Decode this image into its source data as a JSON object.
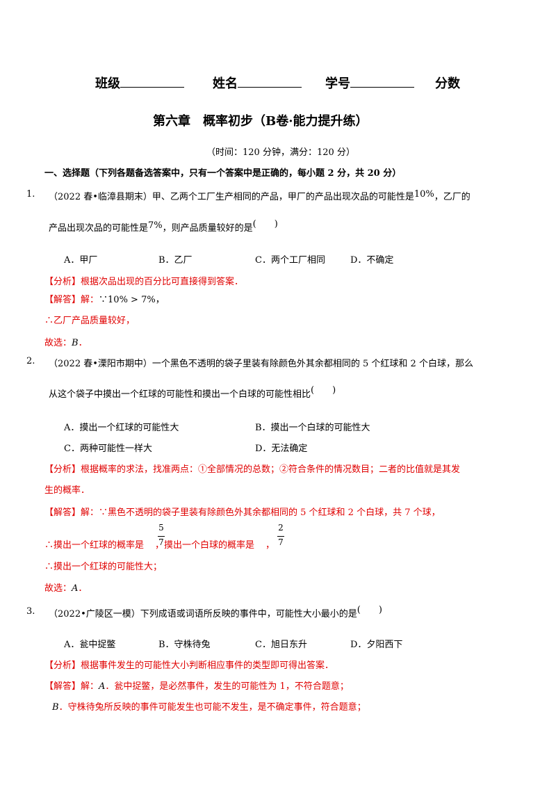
{
  "header": {
    "class_label": "班级",
    "name_label": "姓名",
    "id_label": "学号",
    "score_label": "分数"
  },
  "title": "第六章　概率初步（B卷·能力提升练）",
  "subtitle": "（时间：120 分钟，满分：120 分）",
  "section": "一、选择题（下列各题备选答案中，只有一个答案中是正确的，每小题 2 分，共 20 分）",
  "q1": {
    "num": "1.",
    "line1_a": "（2022 春•临漳县期末）甲、乙两个工厂生产相同的产品，甲厂的产品出现次品的可能性是",
    "pct1": "10%",
    "line1_b": "，乙厂的",
    "line2_a": "产品出现次品的可能性是",
    "pct2": "7%",
    "line2_b": "，则产品质量较好的是",
    "paren": "(　　)",
    "options": [
      "A．甲厂",
      "B．乙厂",
      "C．两个工厂相同",
      "D．不确定"
    ],
    "analysis_tag": "【分析】",
    "analysis": "根据次品出现的百分比可直接得到答案．",
    "answer_tag": "【解答】",
    "answer_a": "解：",
    "answer_b": "∵10% > 7%，",
    "step1": "∴乙厂产品质量较好，",
    "choice_label": "故选：",
    "choice": "B",
    "choice_end": "．"
  },
  "q2": {
    "num": "2.",
    "line1": "（2022 春•溧阳市期中）一个黑色不透明的袋子里装有除颜色外其余都相同的 5 个红球和 2 个白球，那么",
    "line2": "从这个袋子中摸出一个红球的可能性和摸出一个白球的可能性相比",
    "paren": "(　　)",
    "options": [
      "A．摸出一个红球的可能性大",
      "B．摸出一个白球的可能性大",
      "C．两种可能性一样大",
      "D．无法确定"
    ],
    "analysis_tag": "【分析】",
    "analysis_1": "根据概率的求法，找准两点：①全部情况的总数；②符合条件的情况数目；二者的比值就是其发",
    "analysis_2": "生的概率．",
    "answer_tag": "【解答】",
    "answer": "解：∵黑色不透明的袋子里装有除颜色外其余都相同的 5 个红球和 2 个白球，共 7 个球，",
    "step1_a": "∴摸出一个红球的概率是",
    "frac1_num": "5",
    "frac1_den": "7",
    "step1_b": "，摸出一个白球的概率是",
    "frac2_num": "2",
    "frac2_den": "7",
    "step1_c": "，",
    "step2": "∴摸出一个红球的可能性大；",
    "choice_label": "故选：",
    "choice": "A",
    "choice_end": "．"
  },
  "q3": {
    "num": "3.",
    "line1": "（2022•广陵区一模）下列成语或词语所反映的事件中，可能性大小最小的是",
    "paren": "(　　)",
    "options": [
      "A．瓮中捉鳖",
      "B．守株待兔",
      "C．旭日东升",
      "D．夕阳西下"
    ],
    "analysis_tag": "【分析】",
    "analysis": "根据事件发生的可能性大小判断相应事件的类型即可得出答案．",
    "answer_tag": "【解答】",
    "answer_a": "解：",
    "answer_letter": "A",
    "answer_b": "．瓮中捉鳖，是必然事件，发生的可能性为 1，不符合题意；",
    "step1_letter": "B",
    "step1": "．守株待兔所反映的事件可能发生也可能不发生，是不确定事件，符合题意；"
  }
}
